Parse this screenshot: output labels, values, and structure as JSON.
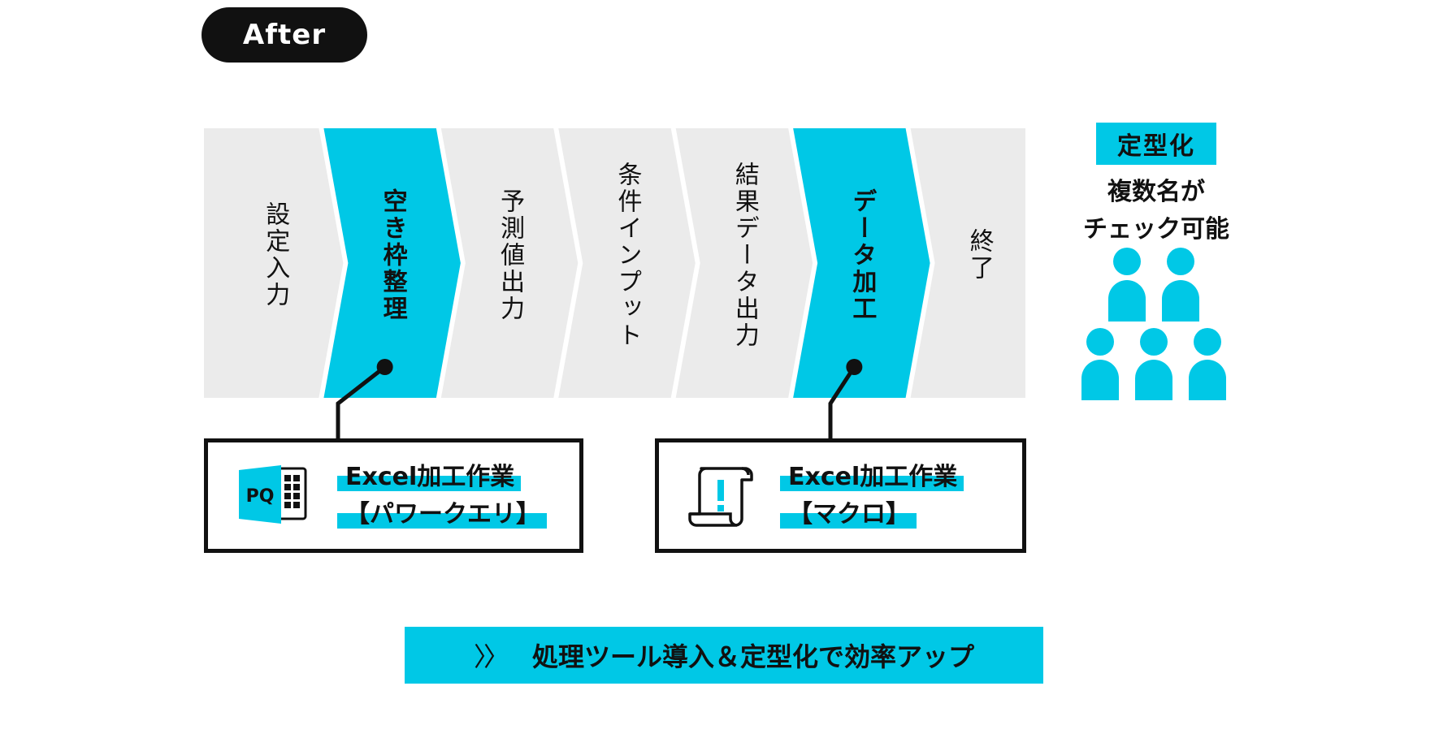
{
  "badge": "After",
  "steps": [
    {
      "label": "設定入力",
      "highlight": false
    },
    {
      "label": "空き枠整理",
      "highlight": true
    },
    {
      "label": "予測値出力",
      "highlight": false
    },
    {
      "label": "条件インプット",
      "highlight": false
    },
    {
      "label": "結果データ出力",
      "highlight": false
    },
    {
      "label": "データ加工",
      "highlight": true
    },
    {
      "label": "終了",
      "highlight": false
    }
  ],
  "tools": [
    {
      "icon": "power-query-icon",
      "line1": "Excel加工作業",
      "line2": "【パワークエリ】"
    },
    {
      "icon": "macro-scroll-icon",
      "line1": "Excel加工作業",
      "line2": "【マクロ】"
    }
  ],
  "standardization": {
    "badge": "定型化",
    "line1": "複数名が",
    "line2": "チェック可能"
  },
  "banner": {
    "chevron": "〉〉",
    "text": "処理ツール導入＆定型化で効率アップ"
  },
  "colors": {
    "accent": "#00c8e6",
    "step_gray": "#ebebeb",
    "ink": "#111111"
  }
}
